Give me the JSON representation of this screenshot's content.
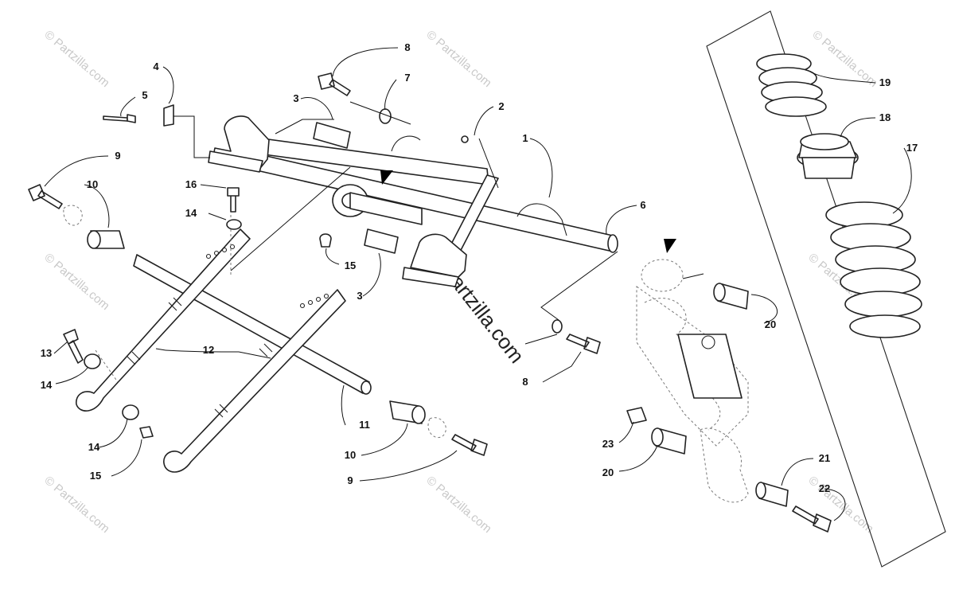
{
  "watermark": {
    "text": "© Partzilla.com",
    "center_text": "© Partzilla.com"
  },
  "callouts": [
    {
      "id": "c1",
      "label": "1"
    },
    {
      "id": "c2",
      "label": "2"
    },
    {
      "id": "c3a",
      "label": "3"
    },
    {
      "id": "c3b",
      "label": "3"
    },
    {
      "id": "c4",
      "label": "4"
    },
    {
      "id": "c5",
      "label": "5"
    },
    {
      "id": "c6",
      "label": "6"
    },
    {
      "id": "c7",
      "label": "7"
    },
    {
      "id": "c8a",
      "label": "8"
    },
    {
      "id": "c8b",
      "label": "8"
    },
    {
      "id": "c9a",
      "label": "9"
    },
    {
      "id": "c9b",
      "label": "9"
    },
    {
      "id": "c10a",
      "label": "10"
    },
    {
      "id": "c10b",
      "label": "10"
    },
    {
      "id": "c11",
      "label": "11"
    },
    {
      "id": "c12",
      "label": "12"
    },
    {
      "id": "c13",
      "label": "13"
    },
    {
      "id": "c14a",
      "label": "14"
    },
    {
      "id": "c14b",
      "label": "14"
    },
    {
      "id": "c14c",
      "label": "14"
    },
    {
      "id": "c15a",
      "label": "15"
    },
    {
      "id": "c15b",
      "label": "15"
    },
    {
      "id": "c16",
      "label": "16"
    },
    {
      "id": "c17",
      "label": "17"
    },
    {
      "id": "c18",
      "label": "18"
    },
    {
      "id": "c19",
      "label": "19"
    },
    {
      "id": "c20a",
      "label": "20"
    },
    {
      "id": "c20b",
      "label": "20"
    },
    {
      "id": "c21",
      "label": "21"
    },
    {
      "id": "c22",
      "label": "22"
    },
    {
      "id": "c23",
      "label": "23"
    }
  ]
}
